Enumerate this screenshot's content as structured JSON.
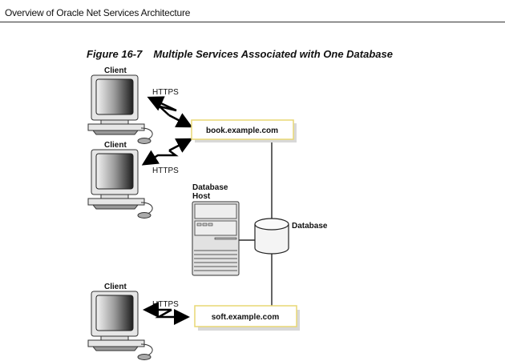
{
  "page": {
    "header": "Overview of Oracle Net Services Architecture",
    "figure_number": "Figure 16-7",
    "figure_title": "Multiple Services Associated with One Database"
  },
  "diagram": {
    "clients": [
      {
        "label": "Client",
        "protocol": "HTTPS",
        "connects_to": "book.example.com"
      },
      {
        "label": "Client",
        "protocol": "HTTPS",
        "connects_to": "book.example.com"
      },
      {
        "label": "Client",
        "protocol": "HTTPS",
        "connects_to": "soft.example.com"
      }
    ],
    "services": [
      {
        "label": "book.example.com"
      },
      {
        "label": "soft.example.com"
      }
    ],
    "database_host": {
      "label_line1": "Database",
      "label_line2": "Host"
    },
    "database": {
      "label": "Database"
    },
    "colors": {
      "service_border": "#e8d774",
      "service_fill": "#ffffff",
      "shadow": "#d8d8d8"
    }
  }
}
